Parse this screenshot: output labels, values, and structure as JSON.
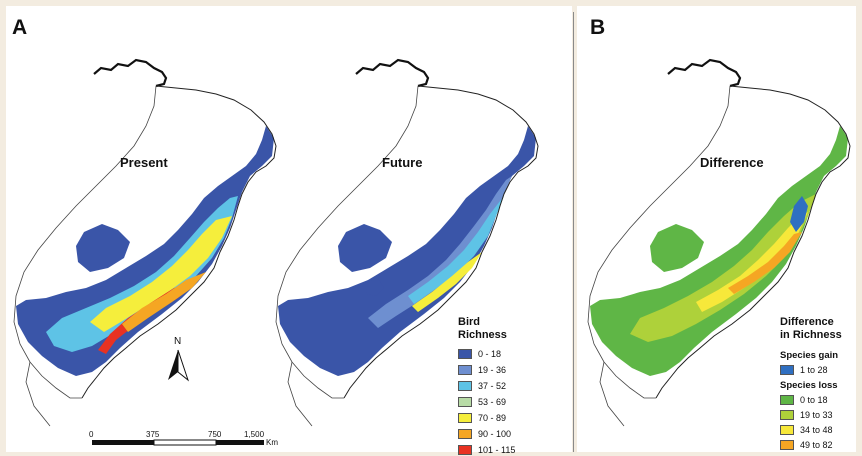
{
  "panels": {
    "a_label": "A",
    "b_label": "B"
  },
  "maps": {
    "present_title": "Present",
    "future_title": "Future",
    "difference_title": "Difference"
  },
  "richness_legend": {
    "title_line1": "Bird",
    "title_line2": "Richness",
    "classes": [
      {
        "label": "0 - 18",
        "color": "#3a55a8"
      },
      {
        "label": "19 - 36",
        "color": "#6e8fd0"
      },
      {
        "label": "37 - 52",
        "color": "#5ec3e6"
      },
      {
        "label": "53 - 69",
        "color": "#b8dca7"
      },
      {
        "label": "70 - 89",
        "color": "#f5ee3c"
      },
      {
        "label": "90 - 100",
        "color": "#f5a623"
      },
      {
        "label": "101 - 115",
        "color": "#e83222"
      }
    ]
  },
  "difference_legend": {
    "title_line1": "Difference",
    "title_line2": "in Richness",
    "gain_title": "Species gain",
    "gain_classes": [
      {
        "label": "1 to 28",
        "color": "#2f6fc1"
      }
    ],
    "loss_title": "Species loss",
    "loss_classes": [
      {
        "label": "0 to 18",
        "color": "#5fb646"
      },
      {
        "label": "19 to 33",
        "color": "#aed13a"
      },
      {
        "label": "34 to 48",
        "color": "#f7e83a"
      },
      {
        "label": "49 to 82",
        "color": "#f5a623"
      }
    ]
  },
  "scale_bar": {
    "ticks": [
      "0",
      "375",
      "750",
      "1,500"
    ],
    "unit": "Km"
  },
  "north_arrow": {
    "label": "N"
  }
}
